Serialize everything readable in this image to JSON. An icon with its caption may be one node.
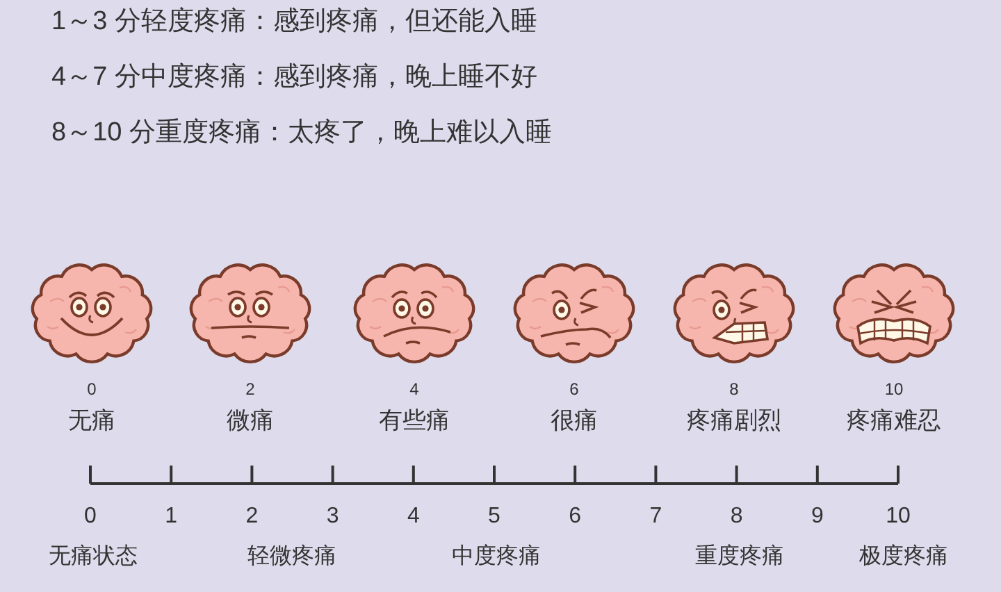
{
  "diagram": {
    "nodes": [
      {
        "text": [
          "0",
          "无痛"
        ]
      },
      {
        "text": [
          "2",
          "微痛"
        ]
      },
      {
        "text": [
          "4",
          "有些痛"
        ]
      },
      {
        "text": [
          "6",
          "很痛"
        ]
      },
      {
        "text": [
          "8",
          "疼痛剧烈"
        ]
      },
      {
        "text": [
          "10",
          "疼痛难忍"
        ]
      }
    ],
    "edges": [],
    "labels": [
      "1～3 分轻度疼痛：感到疼痛，但还能入睡",
      "4～7 分中度疼痛：感到疼痛，晚上睡不好",
      "8～10 分重度疼痛：太疼了，晚上难以入睡",
      "0",
      "1",
      "2",
      "3",
      "4",
      "5",
      "6",
      "7",
      "8",
      "9",
      "10",
      "无痛状态",
      "轻微疼痛",
      "中度疼痛",
      "重度疼痛",
      "极度疼痛"
    ]
  }
}
